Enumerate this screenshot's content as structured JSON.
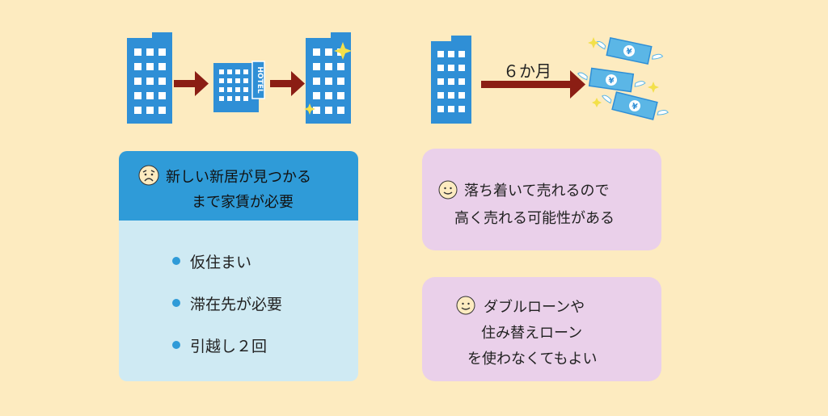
{
  "left": {
    "header": {
      "line1": "新しい新居が見つかる",
      "line2": "まで家賃が必要"
    },
    "bullets": [
      "仮住まい",
      "滞在先が必要",
      "引越し２回"
    ]
  },
  "right": {
    "arrow_label": "６か月",
    "card1": {
      "line1": "落ち着いて売れるので",
      "line2": "高く売れる可能性がある"
    },
    "card2": {
      "line1": "ダブルローンや",
      "line2": "住み替えローン",
      "line3": "を使わなくてもよい"
    }
  },
  "illustrations": {
    "hotel_sign": "HOTEL",
    "money_symbol": "¥"
  },
  "colors": {
    "background": "#fdebc0",
    "building": "#2f8fd6",
    "arrow": "#8b1e14",
    "card_header": "#2f9bd8",
    "card_body": "#cfeaf3",
    "pink_card": "#ead0ea",
    "sparkle": "#f3e04a",
    "money": "#5bb6e6"
  }
}
